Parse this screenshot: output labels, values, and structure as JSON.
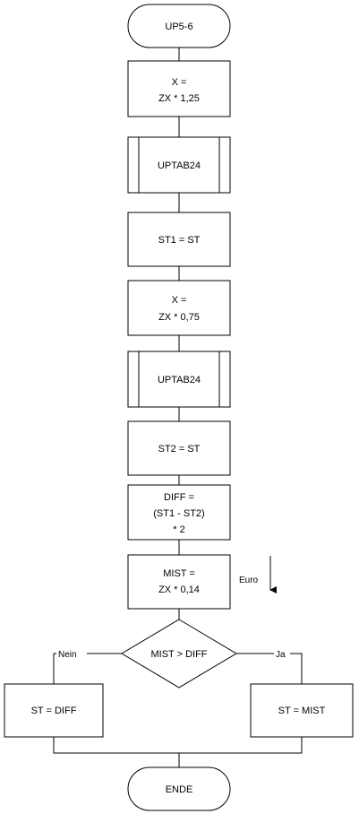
{
  "diagram": {
    "start_label": "UP5-6",
    "step1_lines": [
      "X =",
      "ZX * 1,25"
    ],
    "sub1_label": "UPTAB24",
    "step2_label": "ST1 = ST",
    "step3_lines": [
      "X =",
      "ZX * 0,75"
    ],
    "sub2_label": "UPTAB24",
    "step4_label": "ST2 = ST",
    "step5_lines": [
      "DIFF =",
      "(ST1 - ST2)",
      "* 2"
    ],
    "step6_lines": [
      "MIST =",
      "ZX * 0,14"
    ],
    "unit_label": "Euro",
    "decision_label": "MIST > DIFF",
    "no_label": "Nein",
    "yes_label": "Ja",
    "no_branch_label": "ST = DIFF",
    "yes_branch_label": "ST = MIST",
    "end_label": "ENDE"
  }
}
